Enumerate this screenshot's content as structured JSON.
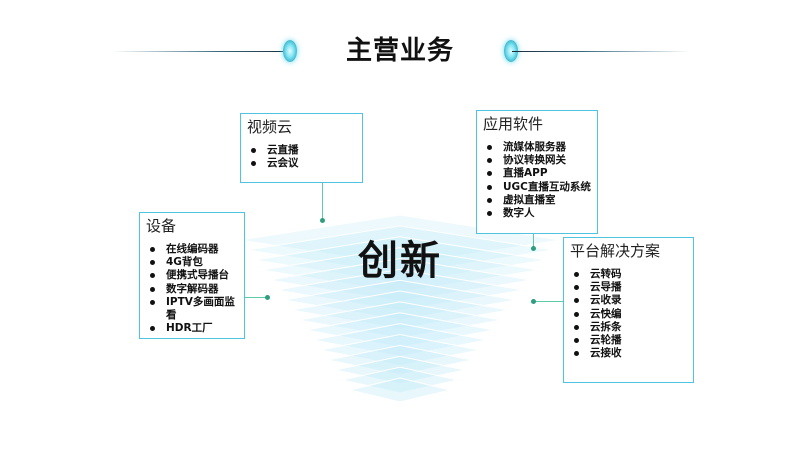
{
  "title": "主营业务",
  "core_label": "创新",
  "colors": {
    "accent": "#4fc4e0",
    "connector": "#5fc9a8",
    "layer": "#bfeaf8"
  },
  "boxes": {
    "video_cloud": {
      "title": "视频云",
      "items": [
        "云直播",
        "云会议"
      ]
    },
    "app_software": {
      "title": "应用软件",
      "items": [
        "流媒体服务器",
        "协议转换网关",
        "直播APP",
        "UGC直播互动系统",
        "虚拟直播室",
        "数字人"
      ]
    },
    "device": {
      "title": "设备",
      "items": [
        "在线编码器",
        "4G背包",
        "便携式导播台",
        "数字解码器",
        "IPTV多画面监看",
        "HDR工厂"
      ]
    },
    "platform": {
      "title": "平台解决方案",
      "items": [
        "云转码",
        "云导播",
        "云收录",
        "云快编",
        "云拆条",
        "云轮播",
        "云接收"
      ]
    }
  }
}
